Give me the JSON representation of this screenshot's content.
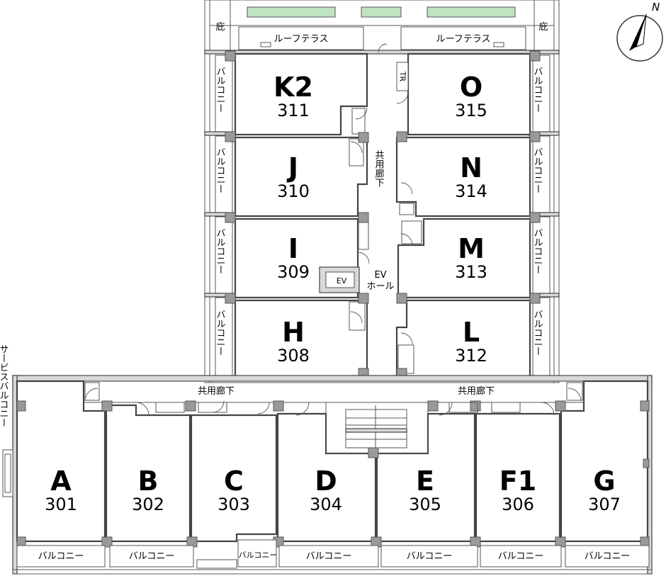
{
  "labels": {
    "roof_terrace": "ルーフテラス",
    "eaves": "庇",
    "balcony": "バルコニー",
    "balcony_short": "バルコニー",
    "corridor": "共用廊下",
    "tr": "TR",
    "ev": "EV",
    "ev_hall_1": "EV",
    "ev_hall_2": "ホール",
    "service_balcony": "サービスバルコニー",
    "compass": "N"
  },
  "units": [
    {
      "letter": "K2",
      "number": "311"
    },
    {
      "letter": "J",
      "number": "310"
    },
    {
      "letter": "I",
      "number": "309"
    },
    {
      "letter": "H",
      "number": "308"
    },
    {
      "letter": "O",
      "number": "315"
    },
    {
      "letter": "N",
      "number": "314"
    },
    {
      "letter": "M",
      "number": "313"
    },
    {
      "letter": "L",
      "number": "312"
    },
    {
      "letter": "A",
      "number": "301"
    },
    {
      "letter": "B",
      "number": "302"
    },
    {
      "letter": "C",
      "number": "303"
    },
    {
      "letter": "D",
      "number": "304"
    },
    {
      "letter": "E",
      "number": "305"
    },
    {
      "letter": "F1",
      "number": "306"
    },
    {
      "letter": "G",
      "number": "307"
    }
  ],
  "colors": {
    "roof_green": "#bfe3c0",
    "wall": "#d9d9d9"
  }
}
